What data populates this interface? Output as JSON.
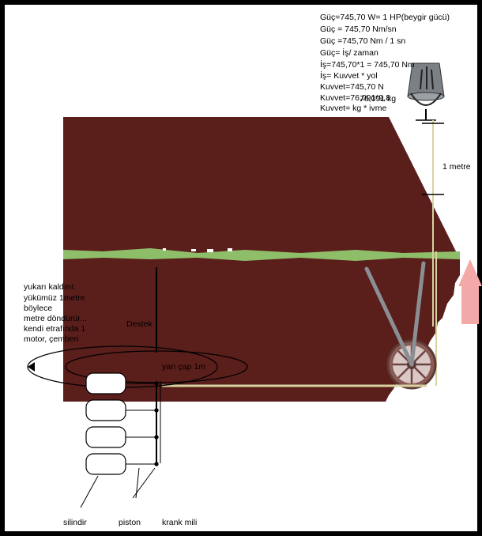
{
  "formulas": [
    "Kuvvet= kg * ivme",
    "Kuvvet=76,091*9,8",
    "Kuvvet=745,70 N",
    "İş= Kuvvet * yol",
    "İş=745,70*1 = 745,70 Nm",
    "Güç= İş/ zaman",
    "Güç =745,70 Nm / 1 sn",
    "Güç = 745,70 Nm/sn",
    "Güç=745,70 W= 1 HP(beygir gücü)"
  ],
  "mass_label": "76,091 kg",
  "distance_label": "1 metre",
  "support_label": "Destek",
  "radius_label": "yarı çap 1m",
  "motor_note": [
    "motor, çemberi",
    "kendi etrafında 1",
    "metre döndürür...",
    "böylece",
    "yükümüz 1metre",
    "yukarı kaldırır."
  ],
  "part_labels": {
    "crankshaft": "krank mili",
    "piston": "piston",
    "cylinder": "silindir"
  },
  "colors": {
    "background": "#ffffff",
    "border": "#000000",
    "ground": "#5a1e1b",
    "grass": "#8fbe6a",
    "arrow": "#f4a9a9",
    "rope": "#d8d2a0",
    "wheel": "#8a5a55",
    "bucket": "#7b8084",
    "frame": "#8a8f94"
  }
}
